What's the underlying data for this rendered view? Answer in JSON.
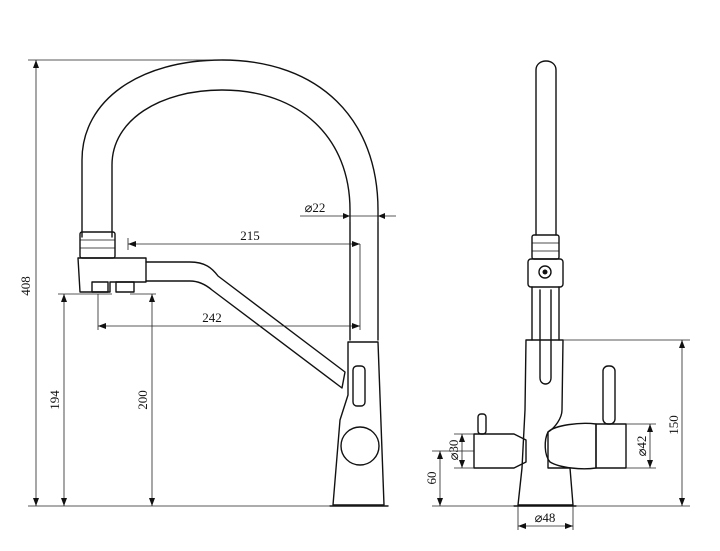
{
  "dimensions": {
    "height_total": "408",
    "spout_reach_upper": "215",
    "spout_reach_lower": "242",
    "hose_diameter": "⌀22",
    "outlet_height": "194",
    "spout_height": "200",
    "handle_height": "150",
    "base_height": "60",
    "left_handle_diameter": "⌀30",
    "right_handle_diameter": "⌀42",
    "base_diameter": "⌀48"
  }
}
